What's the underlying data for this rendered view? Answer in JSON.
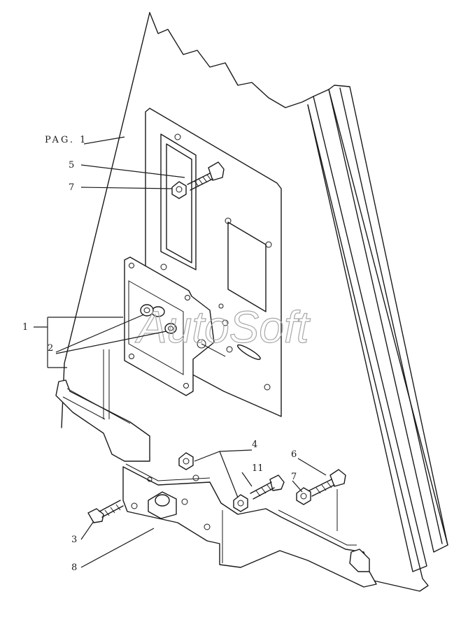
{
  "diagram": {
    "page_ref": "PAG. 1",
    "watermark": "AutoSoft",
    "callouts": {
      "c1": "1",
      "c2": "2",
      "c3": "3",
      "c4": "4",
      "c5": "5",
      "c6": "6",
      "c7a": "7",
      "c7b": "7",
      "c8": "8",
      "c11": "11"
    }
  }
}
